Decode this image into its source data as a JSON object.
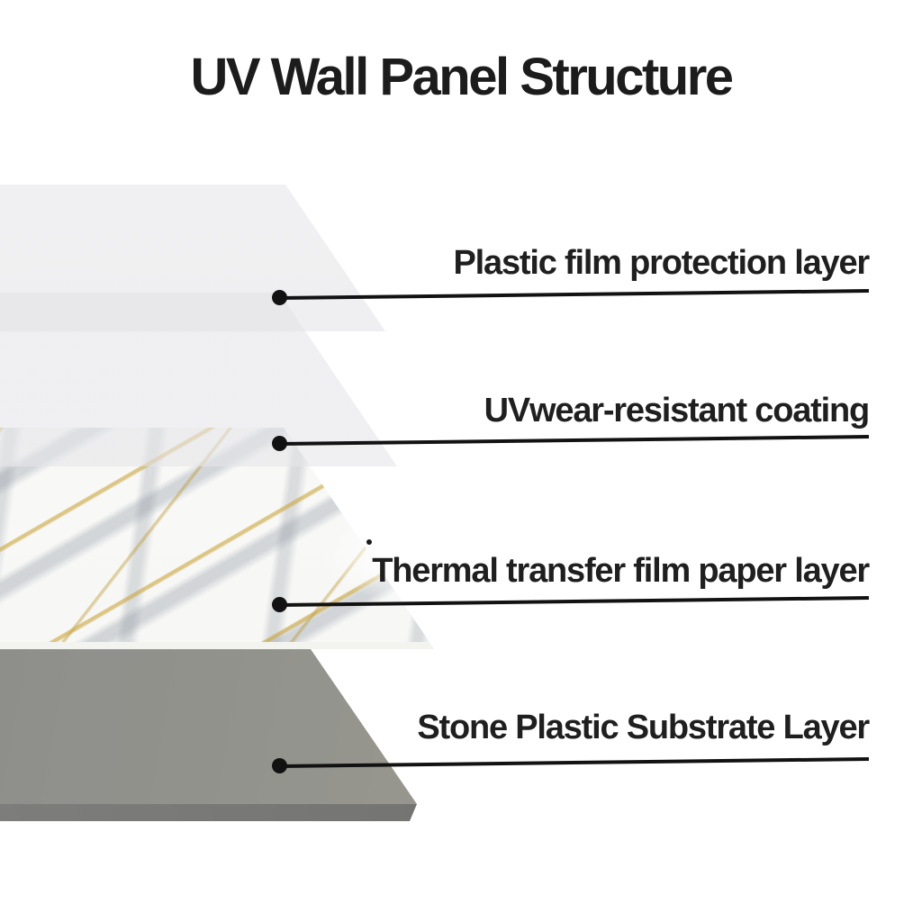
{
  "title": "UV Wall Panel Structure",
  "callouts": [
    {
      "layer": "plastic-film",
      "label": "Plastic film protection layer"
    },
    {
      "layer": "uv-coating",
      "label": "UVwear-resistant coating"
    },
    {
      "layer": "thermal-transfer-film",
      "label": "Thermal transfer film paper layer"
    },
    {
      "layer": "stone-plastic-substrate",
      "label": "Stone Plastic Substrate Layer"
    }
  ],
  "colors": {
    "background": "#ffffff",
    "title_text": "#1c1c1c",
    "label_text": "#1f1f1f",
    "leader_line": "#121212",
    "film_panel": "#efeff1",
    "marble_base": "#fafafa",
    "marble_gray_vein": "#7c8794",
    "marble_gold_vein": "#c9a43a",
    "substrate_top": "#9a9a96",
    "substrate_front": "#737371"
  }
}
